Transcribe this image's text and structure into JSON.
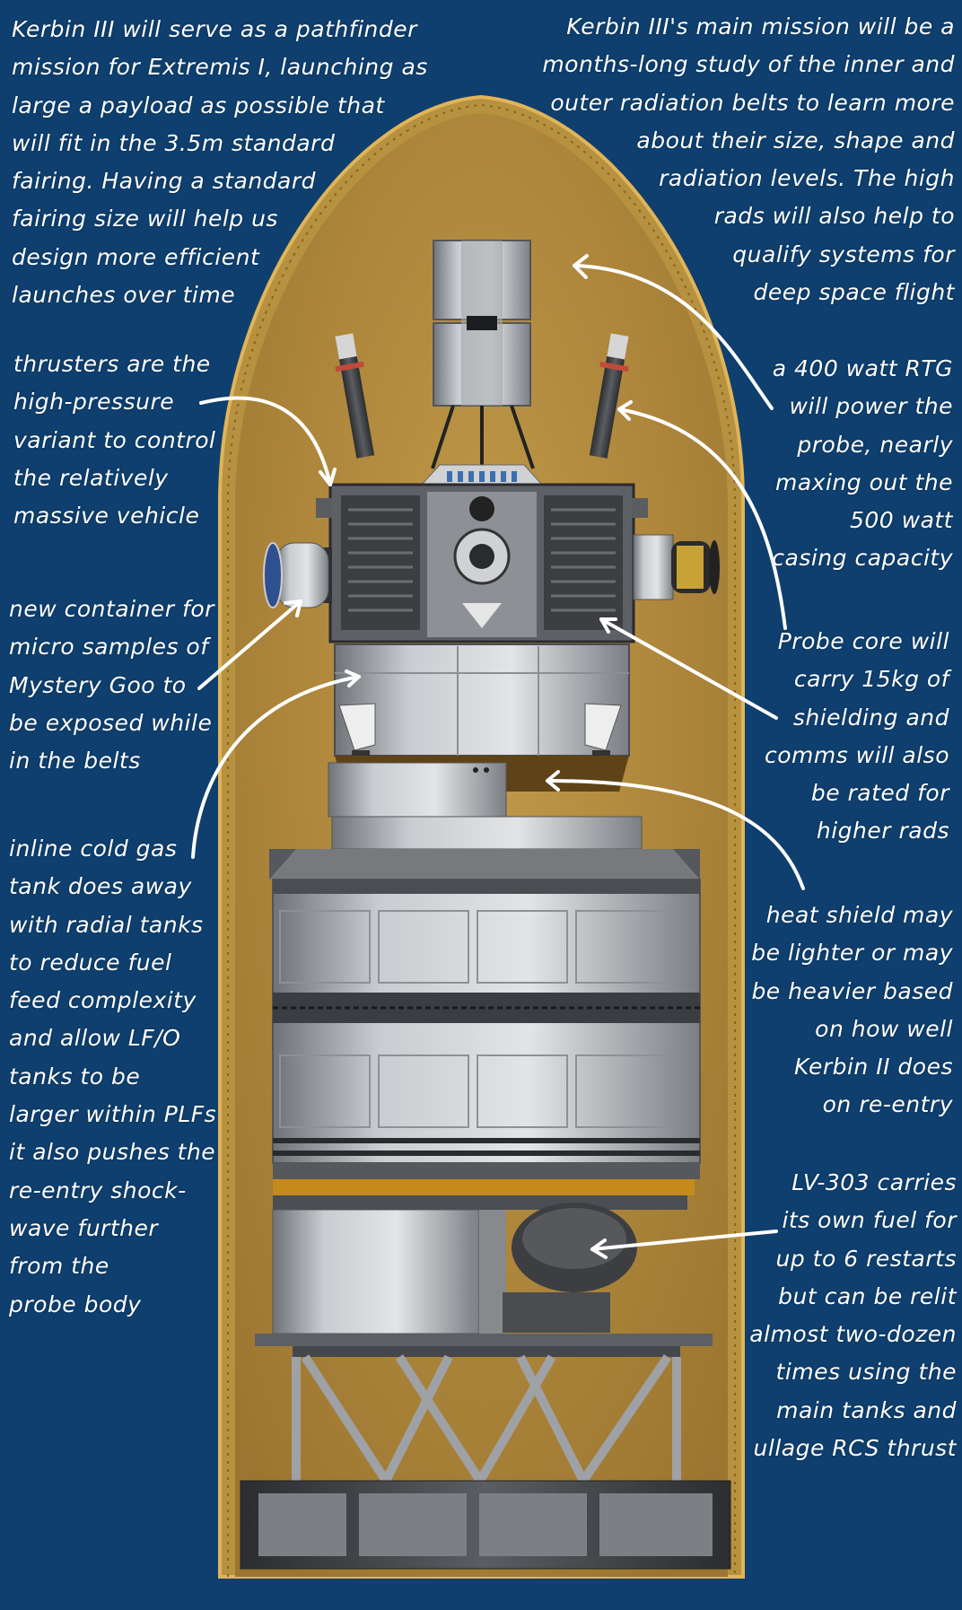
{
  "annotations": {
    "top_left": "Kerbin III will serve as a pathfinder\nmission for Extremis I, launching as\nlarge a payload as possible that\nwill fit in the 3.5m standard\nfairing. Having a standard\nfairing size will help us\ndesign more efficient\nlaunches over time",
    "top_right": "Kerbin III's main mission will be a\nmonths-long study of the inner and\nouter radiation belts to learn more\nabout their size, shape and\nradiation levels. The high\nrads will also help to\nqualify systems for\ndeep space flight",
    "thrusters": "thrusters are the\nhigh-pressure\nvariant to control\nthe relatively\nmassive vehicle",
    "rtg": "a 400 watt RTG\nwill power the\nprobe, nearly\nmaxing out the\n500 watt\ncasing capacity",
    "container": "new container for\nmicro samples of\nMystery Goo to\nbe exposed while\nin the belts",
    "probe_core": "Probe core will\ncarry 15kg of\nshielding and\ncomms will also\nbe rated for\nhigher rads",
    "cold_gas": "inline cold gas\ntank does away\nwith radial tanks\nto reduce fuel\nfeed complexity\nand allow LF/O\ntanks to be\nlarger within PLFs\nit also pushes the\nre-entry shock-\nwave further\nfrom the\nprobe body",
    "heat_shield": "heat shield may\nbe lighter or may\nbe heavier based\non how well\nKerbin II does\non re-entry",
    "engine": "LV-303 carries\nits own fuel for\nup to 6 restarts\nbut can be relit\nalmost two-dozen\ntimes using the\nmain tanks and\nullage RCS thrust"
  },
  "colors": {
    "background": "#0e3f6e",
    "fairing": "#b08a3a",
    "fairing_rim": "#c99a3a",
    "text": "#ffffff"
  }
}
